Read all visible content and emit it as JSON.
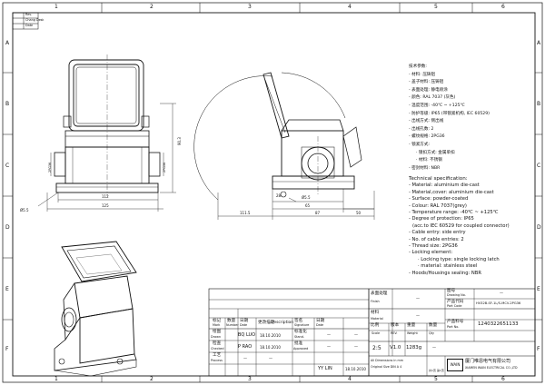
{
  "sheet": {
    "column_markers": [
      "1",
      "2",
      "3",
      "4",
      "5",
      "6"
    ],
    "row_markers": [
      "A",
      "B",
      "C",
      "D",
      "E",
      "F"
    ],
    "revision_strip": {
      "row1": "Rev.",
      "row2": "Chang Desk",
      "row3": "Date"
    }
  },
  "dimensions": {
    "front_height": "90.3",
    "front_inner_width": "112",
    "front_outer_width": "125",
    "front_left_pg": "2PG36",
    "front_right_pg": "2PG36",
    "hole_left": "Ø5.5",
    "side_total": "111.5",
    "side_87": "87",
    "side_65": "65",
    "side_50": "50",
    "side_28": "28",
    "side_hole": "Ø5.5"
  },
  "spec_cn": {
    "title": "技术参数:",
    "lines": [
      "- 材料: 压铸铝",
      "- 盖子材料: 压铸铝",
      "- 表面处理: 静电喷涂",
      "- 颜色: RAL 7037 (灰色)",
      "- 温度范围: -40℃ ~ +125℃",
      "- 防护等级: IP65 (带锁紧机构, IEC 60529)",
      "- 出线方式: 侧出线",
      "- 出线孔数: 2",
      "- 螺纹规格: 2PG36",
      "- 锁紧方式:",
      "· 锁扣方式: 金属单扣",
      "· 材料: 不锈钢",
      "- 密封材料: NBR"
    ]
  },
  "spec_en": {
    "title": "Technical specification:",
    "lines": [
      "- Material: aluminium die-cast",
      "- Material,cover: aluminium die-cast",
      "- Surface: powder-coated",
      "- Colour: RAL 7037(grey)",
      "- Temperature range:  -40℃ ~ +125℃",
      "- Degree of protection: IP65",
      "  (acc.to IEC 60529 for coupled connector)",
      "- Cable entry: side entry",
      "- No. of cable entries: 2",
      "- Thread size: 2PG36",
      "- Locking element:",
      "· Locking type: single locking latch",
      "· material: stainless steel",
      "- Hoods/Housings sealing: NBR"
    ]
  },
  "title_block": {
    "finish_cn": "表面处理",
    "finish_en": "Finish",
    "finish_value": "—",
    "drawing_no_cn": "图号",
    "drawing_no_en": "Drawing No.",
    "drawing_no_value": "—",
    "part_code_cn": "产品代码",
    "part_code_en": "Part Code",
    "part_code_value": "HV32B-SF-1L/S-MCV-2PG36",
    "material_cn": "材料",
    "material_en": "Material",
    "material_value": "—",
    "part_no_cn": "产品料号",
    "part_no_en": "Part No.",
    "part_no_value": "1240322651133",
    "scale_cn": "比例",
    "scale_en": "Scale",
    "scale_value": "2:5",
    "rev_cn": "版本",
    "rev_en": "REV.",
    "rev_value": "V1.0",
    "weight_cn": "重量",
    "weight_en": "Weight",
    "weight_value": "1283g",
    "qty_cn": "数量",
    "qty_en": "Qty",
    "qty_value": "—",
    "tolerance_note_1": "All Dimensions in mm",
    "tolerance_note_2": "Original Size  DIN A 4",
    "company_cn": "厦门唯恩电气有限公司",
    "company_en": "XIAMEN WAIN ELECTRICAL CO.,LTD",
    "logo_text": "WAIN",
    "sheet_info": "共1页 第1页",
    "header": {
      "mark_cn": "标记",
      "mark_en": "Mark",
      "number_cn": "数量",
      "number_en": "Number",
      "date_cn": "日期",
      "date_en": "Date",
      "desc_cn": "更改描述",
      "desc_en": "Description",
      "sign_cn": "签名",
      "sign_en": "Signature",
      "date2_cn": "日期",
      "date2_en": "Date"
    },
    "rows": [
      {
        "role_cn": "绘图",
        "role_en": "Drawn",
        "name": "BQ LUO",
        "date": "18.10.2010",
        "role2_cn": "标准化",
        "role2_en": "Stand.",
        "sig": "—",
        "date2": "—"
      },
      {
        "role_cn": "检查",
        "role_en": "Checked",
        "name": "P RAO",
        "date": "18.10.2010",
        "role2_cn": "批准",
        "role2_en": "Approved",
        "sig": "—",
        "date2": "—"
      },
      {
        "role_cn": "工艺",
        "role_en": "Process",
        "name": "—",
        "date": "—",
        "role2_cn": "",
        "role2_en": "",
        "sig": "YY LIN",
        "date2": "18.10.2010"
      }
    ]
  }
}
